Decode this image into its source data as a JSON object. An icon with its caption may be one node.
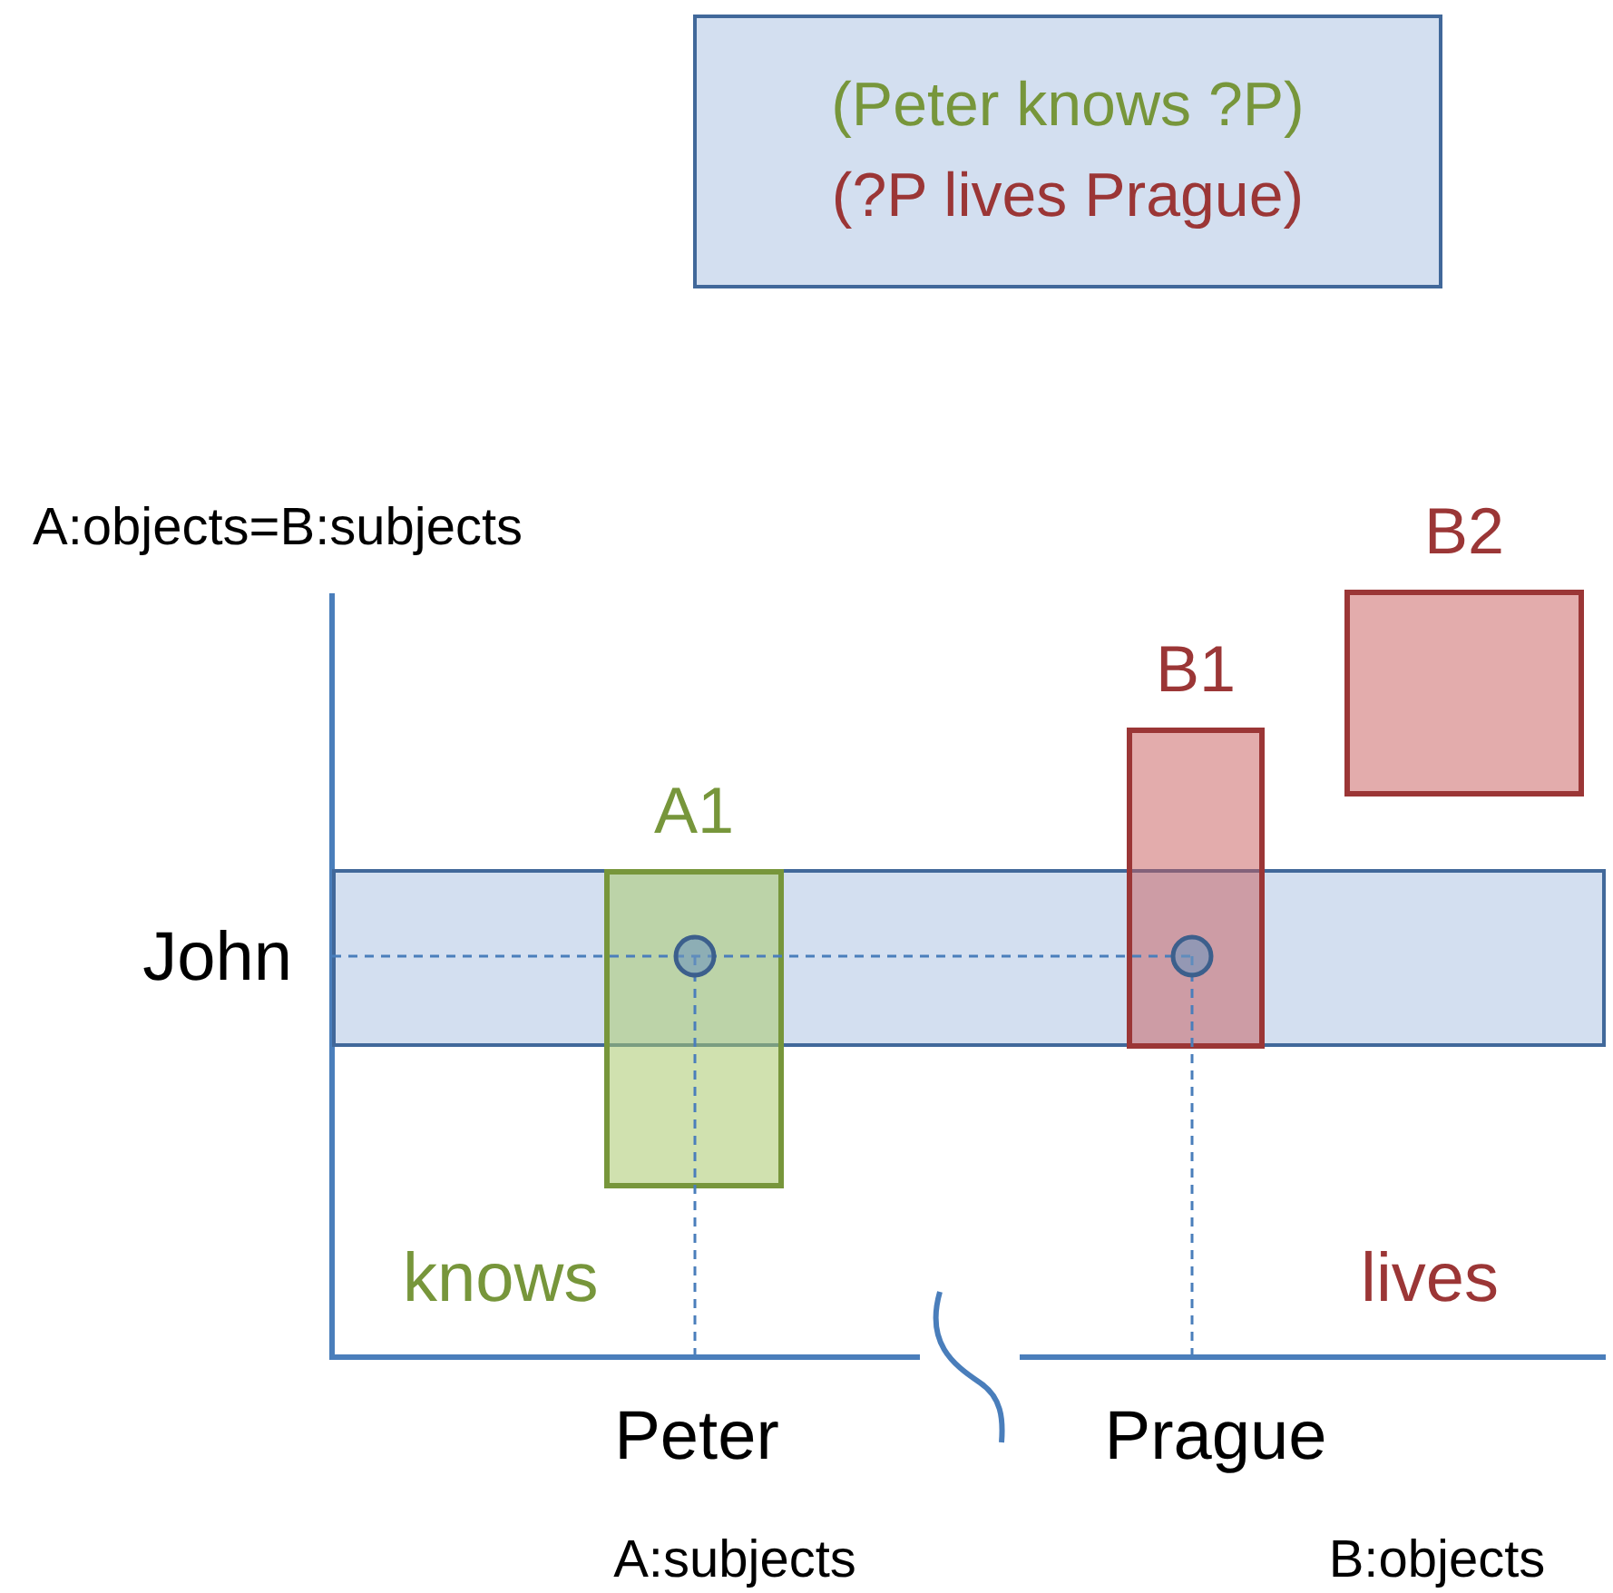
{
  "diagram": {
    "nodes": [
      {
        "text": [
          "(Peter knows ?P)",
          "(?P lives Prague)"
        ]
      },
      {
        "text": [
          "John"
        ]
      },
      {
        "text": [
          "A1"
        ]
      },
      {
        "text": [
          "B1"
        ]
      },
      {
        "text": [
          "B2"
        ]
      }
    ],
    "labels": [
      "A:objects=B:subjects",
      "knows",
      "lives",
      "Peter",
      "Prague",
      "A:subjects",
      "B:objects"
    ]
  }
}
